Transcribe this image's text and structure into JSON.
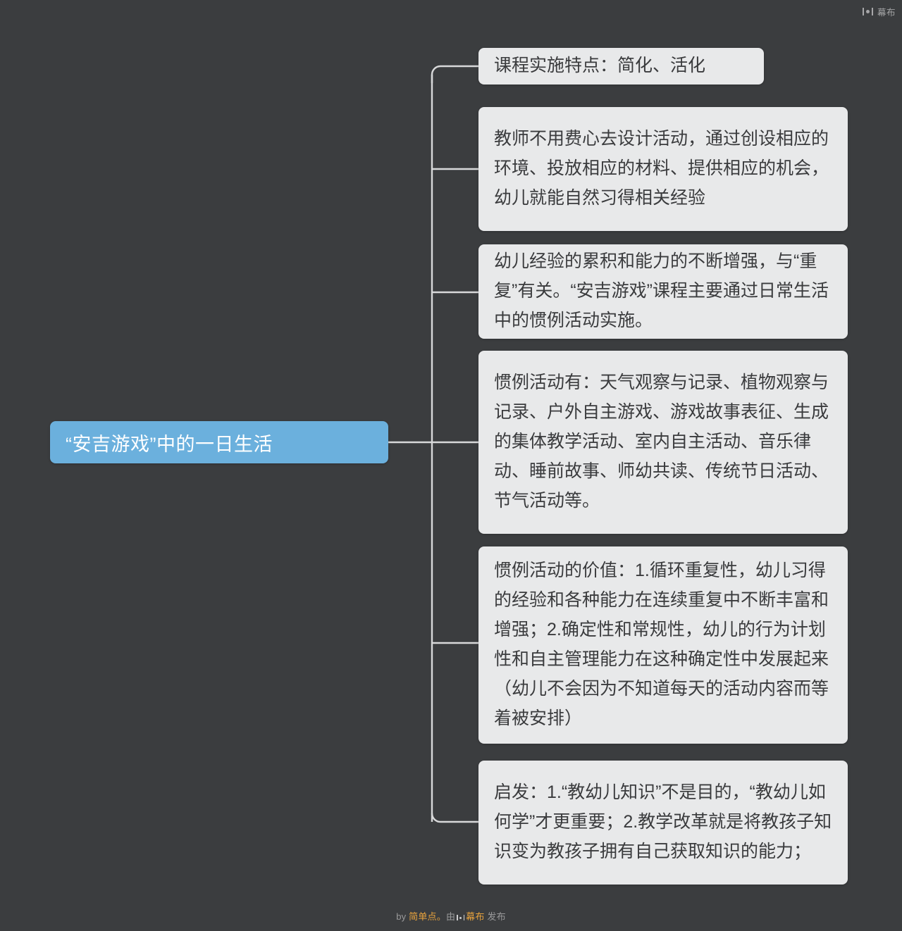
{
  "canvas": {
    "background_color": "#3b3d3f",
    "connector_color": "#d8d9da",
    "node_background": "#e8e9ea",
    "node_text_color": "#3a3b3d",
    "root_background": "#6bb0dd",
    "root_text_color": "#ffffff",
    "accent_color": "#e8a33d"
  },
  "brand": {
    "logo_icon": "mubu-logo-icon",
    "label": "幕布"
  },
  "mindmap": {
    "root": {
      "label": "“安吉游戏”中的一日生活"
    },
    "children": [
      {
        "id": "node-1",
        "label": "课程实施特点：简化、活化"
      },
      {
        "id": "node-2",
        "label": "教师不用费心去设计活动，通过创设相应的环境、投放相应的材料、提供相应的机会，幼儿就能自然习得相关经验"
      },
      {
        "id": "node-3",
        "label": "幼儿经验的累积和能力的不断增强，与“重复”有关。“安吉游戏”课程主要通过日常生活中的惯例活动实施。"
      },
      {
        "id": "node-4",
        "label": "惯例活动有：天气观察与记录、植物观察与记录、户外自主游戏、游戏故事表征、生成的集体教学活动、室内自主活动、音乐律动、睡前故事、师幼共读、传统节日活动、节气活动等。"
      },
      {
        "id": "node-5",
        "label": "惯例活动的价值：1.循环重复性，幼儿习得的经验和各种能力在连续重复中不断丰富和增强；2.确定性和常规性，幼儿的行为计划性和自主管理能力在这种确定性中发展起来（幼儿不会因为不知道每天的活动内容而等着被安排）"
      },
      {
        "id": "node-6",
        "label": "启发：1.“教幼儿知识”不是目的，“教幼儿如何学”才更重要；2.教学改革就是将教孩子知识变为教孩子拥有自己获取知识的能力；"
      }
    ]
  },
  "footer": {
    "prefix": "by ",
    "author": "简单点。",
    "middle": "由",
    "publisher": "幕布",
    "suffix": "发布"
  }
}
